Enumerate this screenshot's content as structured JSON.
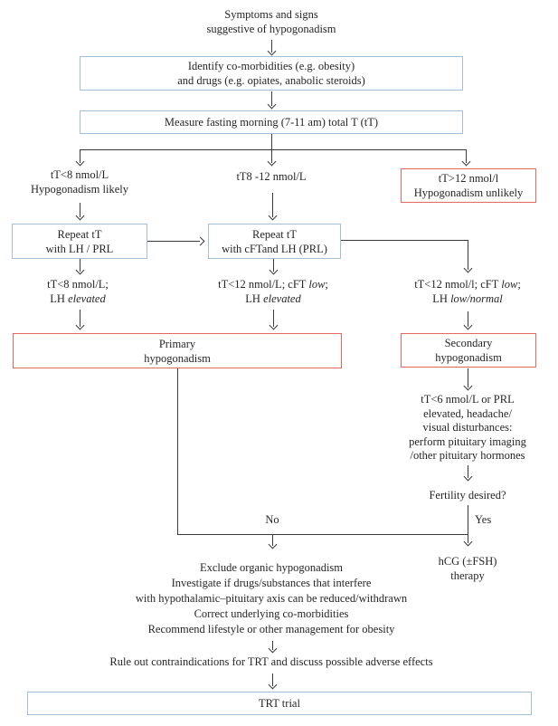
{
  "colors": {
    "box_blue_border": "#a4bdd8",
    "box_red_border": "#e06a63",
    "line_color": "#3a3a3a",
    "text_color": "#262626"
  },
  "diagram": {
    "start": {
      "line1": "Symptoms and signs",
      "line2": "suggestive of hypogonadism"
    },
    "identify_box": {
      "line1": "Identify co-morbidities (e.g. obesity)",
      "line2": "and drugs (e.g. opiates, anabolic steroids)"
    },
    "measure_box": {
      "label": "Measure fasting morning (7-11 am) total T (tT)"
    },
    "branch_low": {
      "line1": "tT<8 nmol/L",
      "line2": "Hypogonadism likely"
    },
    "branch_mid": {
      "label": "tT8 -12 nmol/L"
    },
    "branch_high_box": {
      "line1": "tT>12 nmol/l",
      "line2": "Hypogonadism unlikely"
    },
    "repeat_left_box": {
      "line1": "Repeat tT",
      "line2": "with LH / PRL"
    },
    "repeat_mid_box": {
      "line1": "Repeat tT",
      "line2": "with cFTand LH (PRL)"
    },
    "cond_left": {
      "line1": "tT<8 nmol/L;",
      "line2_roman": "LH ",
      "line2_italic": "elevated"
    },
    "cond_mid": {
      "line1_roman": "tT<12 nmol/L; cFT ",
      "line1_italic": "low",
      "line1_end": ";",
      "line2_roman": "LH ",
      "line2_italic": "elevated"
    },
    "cond_right": {
      "line1_roman": "tT<12 nmol/l; cFT ",
      "line1_italic": "low",
      "line1_end": ";",
      "line2_roman": "LH ",
      "line2_italic": "low/normal"
    },
    "primary_box": {
      "line1": "Primary",
      "line2": "hypogonadism"
    },
    "secondary_box": {
      "line1": "Secondary",
      "line2": "hypogonadism"
    },
    "pituitary_note": {
      "lines": [
        "tT<6 nmol/L or PRL",
        "elevated, headache/",
        "visual disturbances:",
        "perform pituitary imaging",
        "/other pituitary hormones"
      ]
    },
    "fertility_question": "Fertility desired?",
    "no_label": "No",
    "yes_label": "Yes",
    "hcg_therapy": {
      "line1": "hCG (±FSH)",
      "line2": "therapy"
    },
    "exclude_block": {
      "lines": [
        "Exclude organic hypogonadism",
        "Investigate if drugs/substances that interfere",
        "with hypothalamic–pituitary axis can be reduced/withdrawn",
        "Correct underlying co-morbidities",
        "Recommend lifestyle or other management for obesity"
      ]
    },
    "rule_out": "Rule out contraindications for TRT and discuss possible adverse effects",
    "trt_box": {
      "label": "TRT trial"
    }
  }
}
